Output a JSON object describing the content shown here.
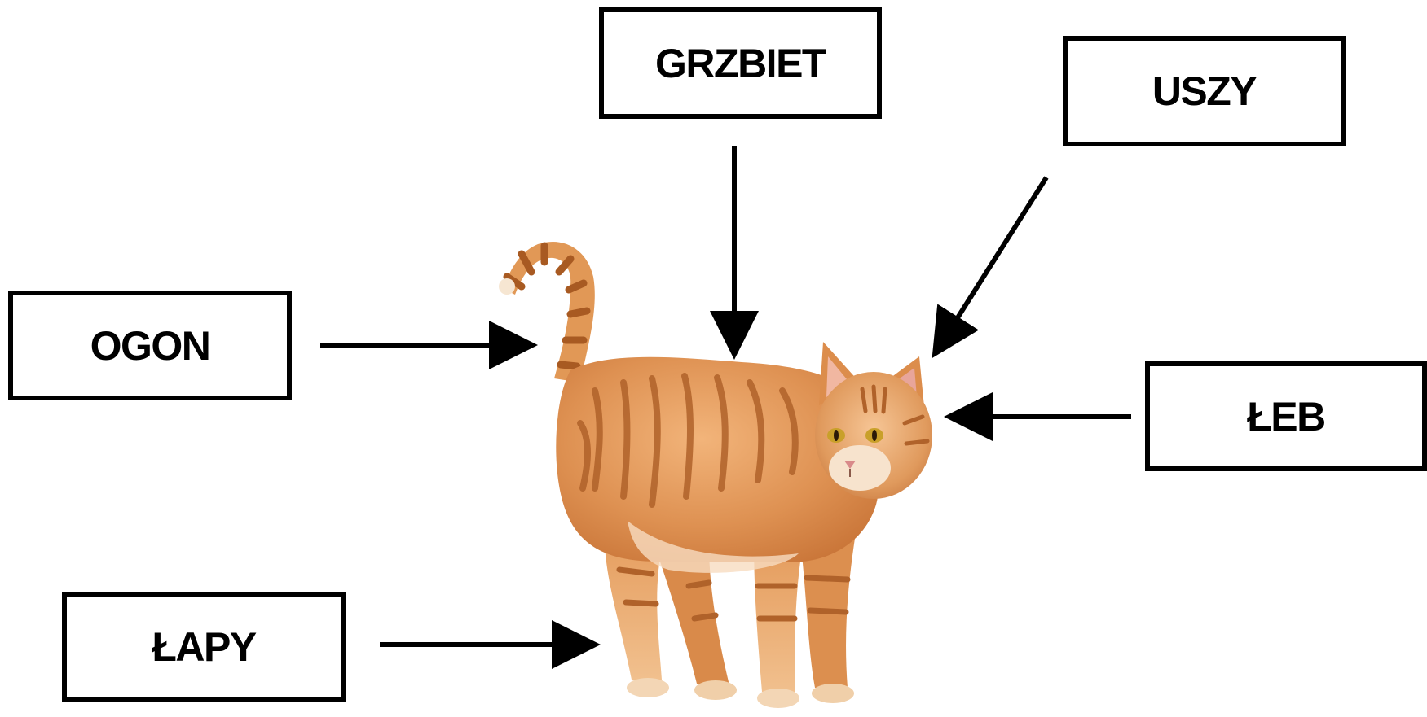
{
  "labels": {
    "grzbiet": "GRZBIET",
    "uszy": "USZY",
    "ogon": "OGON",
    "leb": "ŁEB",
    "lapy": "ŁAPY"
  },
  "colors": {
    "background": "#ffffff",
    "outline": "#000000",
    "fur_main": "#d98a4a",
    "fur_light": "#f0b57c",
    "fur_stripe": "#b8662d",
    "fur_belly": "#f7dcc0",
    "eye": "#c9a02a",
    "nose": "#d98a8a"
  },
  "picture": {
    "subject": "ginger tabby cat standing, viewed from the side, head turned toward viewer"
  }
}
